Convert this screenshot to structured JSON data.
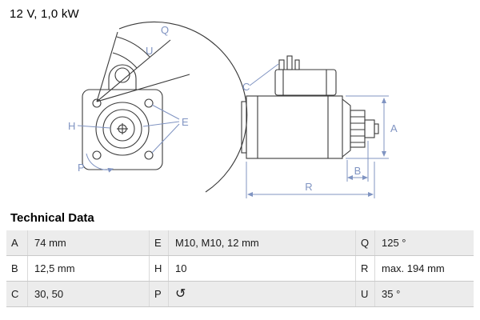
{
  "header": {
    "rating": "12 V, 1,0 kW"
  },
  "diagram": {
    "labels": {
      "Q": "Q",
      "U": "U",
      "E": "E",
      "H": "H",
      "P": "P",
      "C": "C",
      "A": "A",
      "B": "B",
      "R": "R"
    }
  },
  "technical_data": {
    "title": "Technical Data",
    "rows": [
      {
        "c1": {
          "key": "A",
          "value": "74 mm"
        },
        "c2": {
          "key": "E",
          "value": "M10, M10, 12 mm"
        },
        "c3": {
          "key": "Q",
          "value": "125 °"
        }
      },
      {
        "c1": {
          "key": "B",
          "value": "12,5 mm"
        },
        "c2": {
          "key": "H",
          "value": "10"
        },
        "c3": {
          "key": "R",
          "value": "max. 194 mm"
        }
      },
      {
        "c1": {
          "key": "C",
          "value": "30, 50"
        },
        "c2": {
          "key": "P",
          "value": "↺"
        },
        "c3": {
          "key": "U",
          "value": "35 °"
        }
      }
    ]
  }
}
